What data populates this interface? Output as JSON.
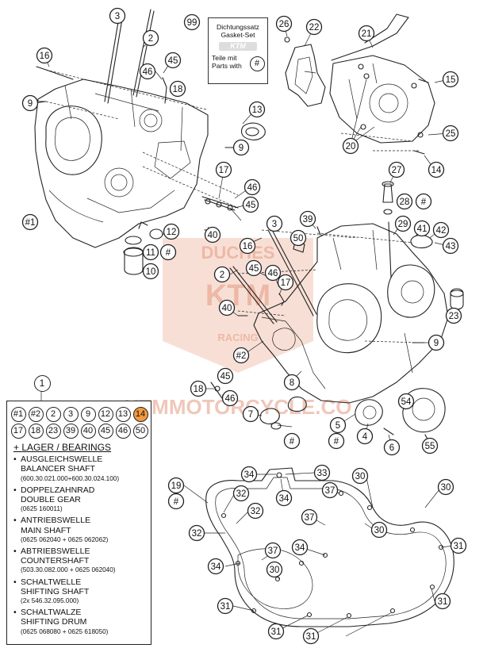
{
  "gasket_card": {
    "title_de": "Dichtungssatz",
    "title_en": "Gasket-Set",
    "brand": "KTM",
    "note_de": "Teile mit",
    "note_en": "Parts with",
    "symbol": "#"
  },
  "callouts": [
    "3",
    "2",
    "99",
    "26",
    "22",
    "21",
    "16",
    "45",
    "46",
    "18",
    "13",
    "9",
    "20",
    "15",
    "25",
    "9",
    "14",
    "17",
    "46",
    "45",
    "27",
    "28",
    "#",
    "#1",
    "40",
    "12",
    "11",
    "#",
    "10",
    "3",
    "39",
    "16",
    "50",
    "29",
    "41",
    "42",
    "43",
    "2",
    "45",
    "46",
    "17",
    "40",
    "23",
    "9",
    "#2",
    "45",
    "18",
    "46",
    "8",
    "#",
    "7",
    "54",
    "5",
    "#",
    "4",
    "6",
    "55",
    "34",
    "33",
    "30",
    "30",
    "19",
    "#",
    "32",
    "34",
    "37",
    "32",
    "37",
    "32",
    "30",
    "31",
    "37",
    "34",
    "34",
    "30",
    "31",
    "31",
    "31",
    "31"
  ],
  "legend": {
    "title_number": "1",
    "badges": [
      "#1",
      "#2",
      "2",
      "3",
      "9",
      "12",
      "13",
      "14",
      "17",
      "18",
      "23",
      "39",
      "40",
      "45",
      "46",
      "50"
    ],
    "plus_sign": "+",
    "bearings_header": "LAGER / BEARINGS",
    "bearings": [
      {
        "de": "AUSGLEICHSWELLE",
        "en": "BALANCER SHAFT",
        "codes": "(600.30.021.000+600.30.024.100)"
      },
      {
        "de": "DOPPELZAHNRAD",
        "en": "DOUBLE GEAR",
        "codes": "(0625 160011)"
      },
      {
        "de": "ANTRIEBSWELLE",
        "en": "MAIN SHAFT",
        "codes": "(0625 062040 + 0625 062062)"
      },
      {
        "de": "ABTRIEBSWELLE",
        "en": "COUNTERSHAFT",
        "codes": "(503.30.082.000 + 0625 062040)"
      },
      {
        "de": "SCHALTWELLE",
        "en": "SHIFTING SHAFT",
        "codes": "(2x 546.32.095.000)"
      },
      {
        "de": "SCHALTWALZE",
        "en": "SHIFTING DRUM",
        "codes": "(0625 068080 + 0625 618050)"
      }
    ]
  },
  "watermark": {
    "line1": "DUCHES",
    "line2": "KTM",
    "line3": "RACING",
    "url": "KTMMOTORCYCLE.CO"
  },
  "colors": {
    "line": "#222222",
    "highlight_badge": "#f39a40",
    "watermark": "#e8a08a"
  }
}
